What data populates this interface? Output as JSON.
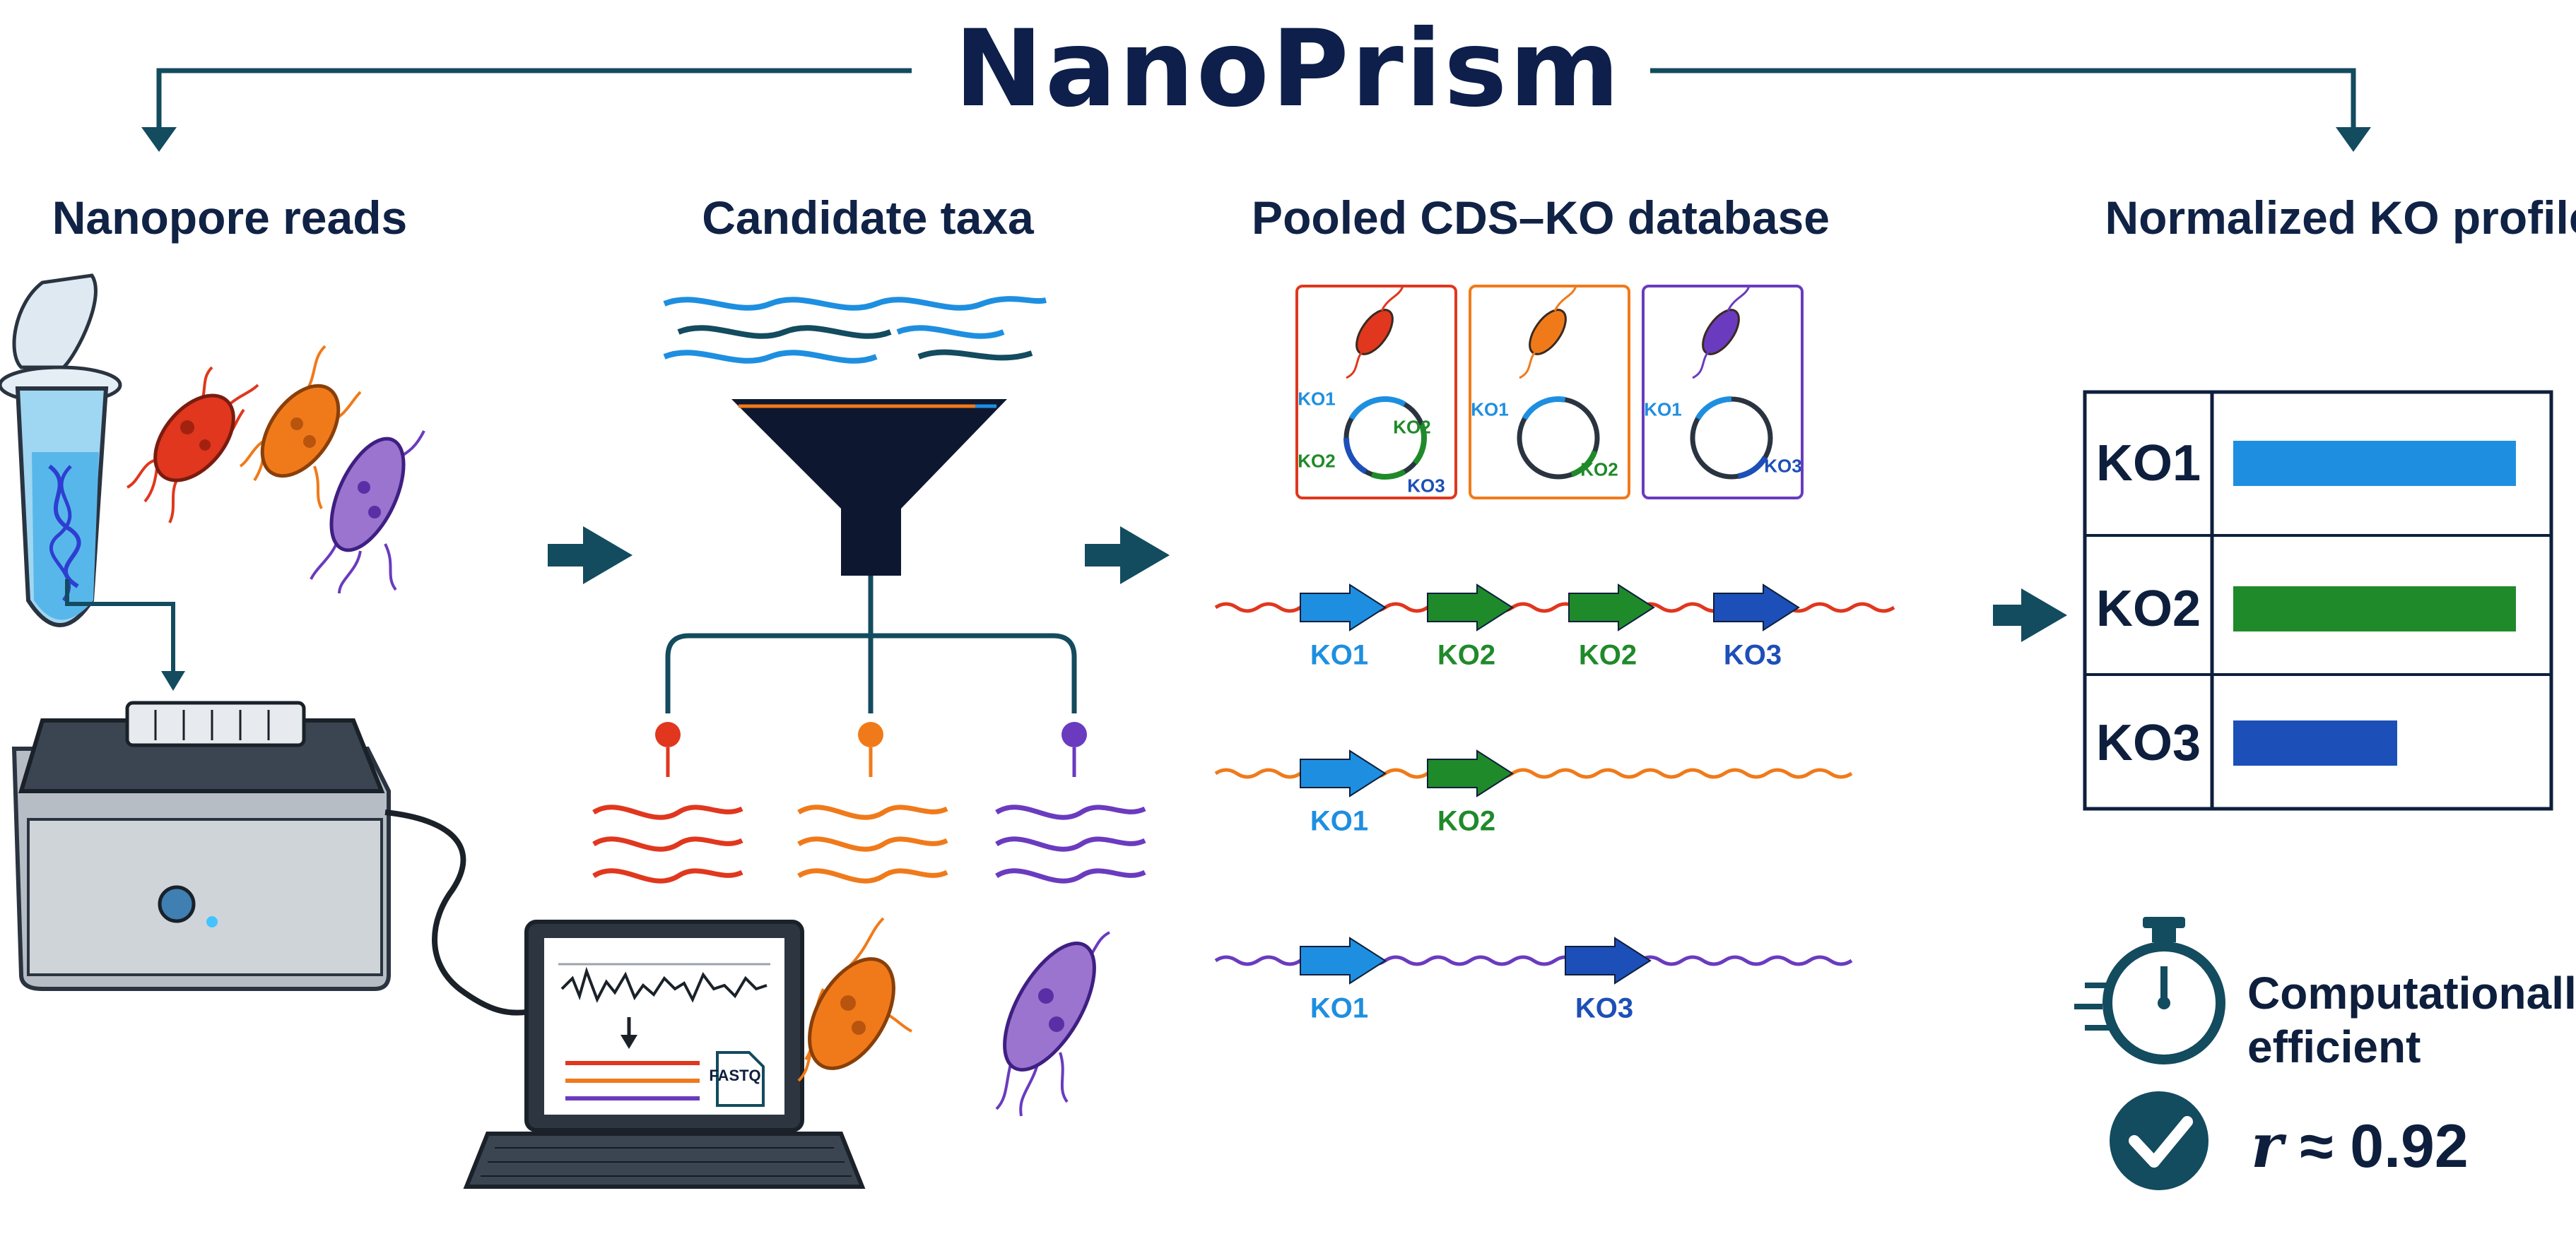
{
  "title": "NanoPrism",
  "headings": {
    "reads": "Nanopore reads",
    "taxa": "Candidate taxa",
    "database": "Pooled CDS–KO database",
    "profile": "Normalized KO profile"
  },
  "database_panels": [
    {
      "color": "#e0371e",
      "labels": [
        "KO1",
        "KO2",
        "KO2",
        "KO3"
      ]
    },
    {
      "color": "#f07a1a",
      "labels": [
        "KO1",
        "KO2"
      ]
    },
    {
      "color": "#6a3bbf",
      "labels": [
        "KO1",
        "KO3"
      ]
    }
  ],
  "contigs": [
    {
      "color": "#e0371e",
      "genes": [
        "KO1",
        "KO2",
        "KO2",
        "KO3"
      ]
    },
    {
      "color": "#f07a1a",
      "genes": [
        "KO1",
        "KO2"
      ]
    },
    {
      "color": "#6a3bbf",
      "genes": [
        "KO1",
        "KO3"
      ]
    }
  ],
  "profile": {
    "rows": [
      {
        "label": "KO1",
        "fraction": 1.0,
        "color": "#1e8fe0"
      },
      {
        "label": "KO2",
        "fraction": 1.0,
        "color": "#1f8a2a"
      },
      {
        "label": "KO3",
        "fraction": 0.58,
        "color": "#1d4fb8"
      }
    ]
  },
  "file_label": "FASTQ",
  "efficiency_text": "Computationally efficient",
  "correlation_text": "≈ 0.92",
  "correlation_symbol": "r",
  "colors": {
    "accent": "#134b5f",
    "red": "#e0371e",
    "orange": "#f07a1a",
    "purple": "#6a3bbf",
    "ko_blue": "#1e8fe0",
    "ko_green": "#1f8a2a",
    "ko_darkblue": "#1d4fb8",
    "navy": "#0d1f4a"
  }
}
